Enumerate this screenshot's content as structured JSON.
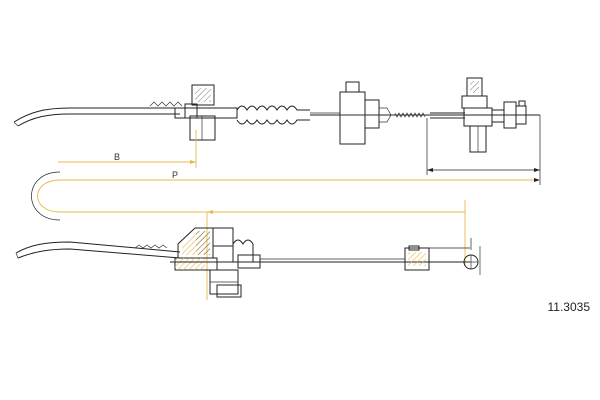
{
  "part_number": "11.3035",
  "dimension_labels": {
    "b": "B",
    "p": "P"
  },
  "colors": {
    "line": "#222222",
    "dimension": "#e8b84a",
    "background": "#ffffff"
  }
}
